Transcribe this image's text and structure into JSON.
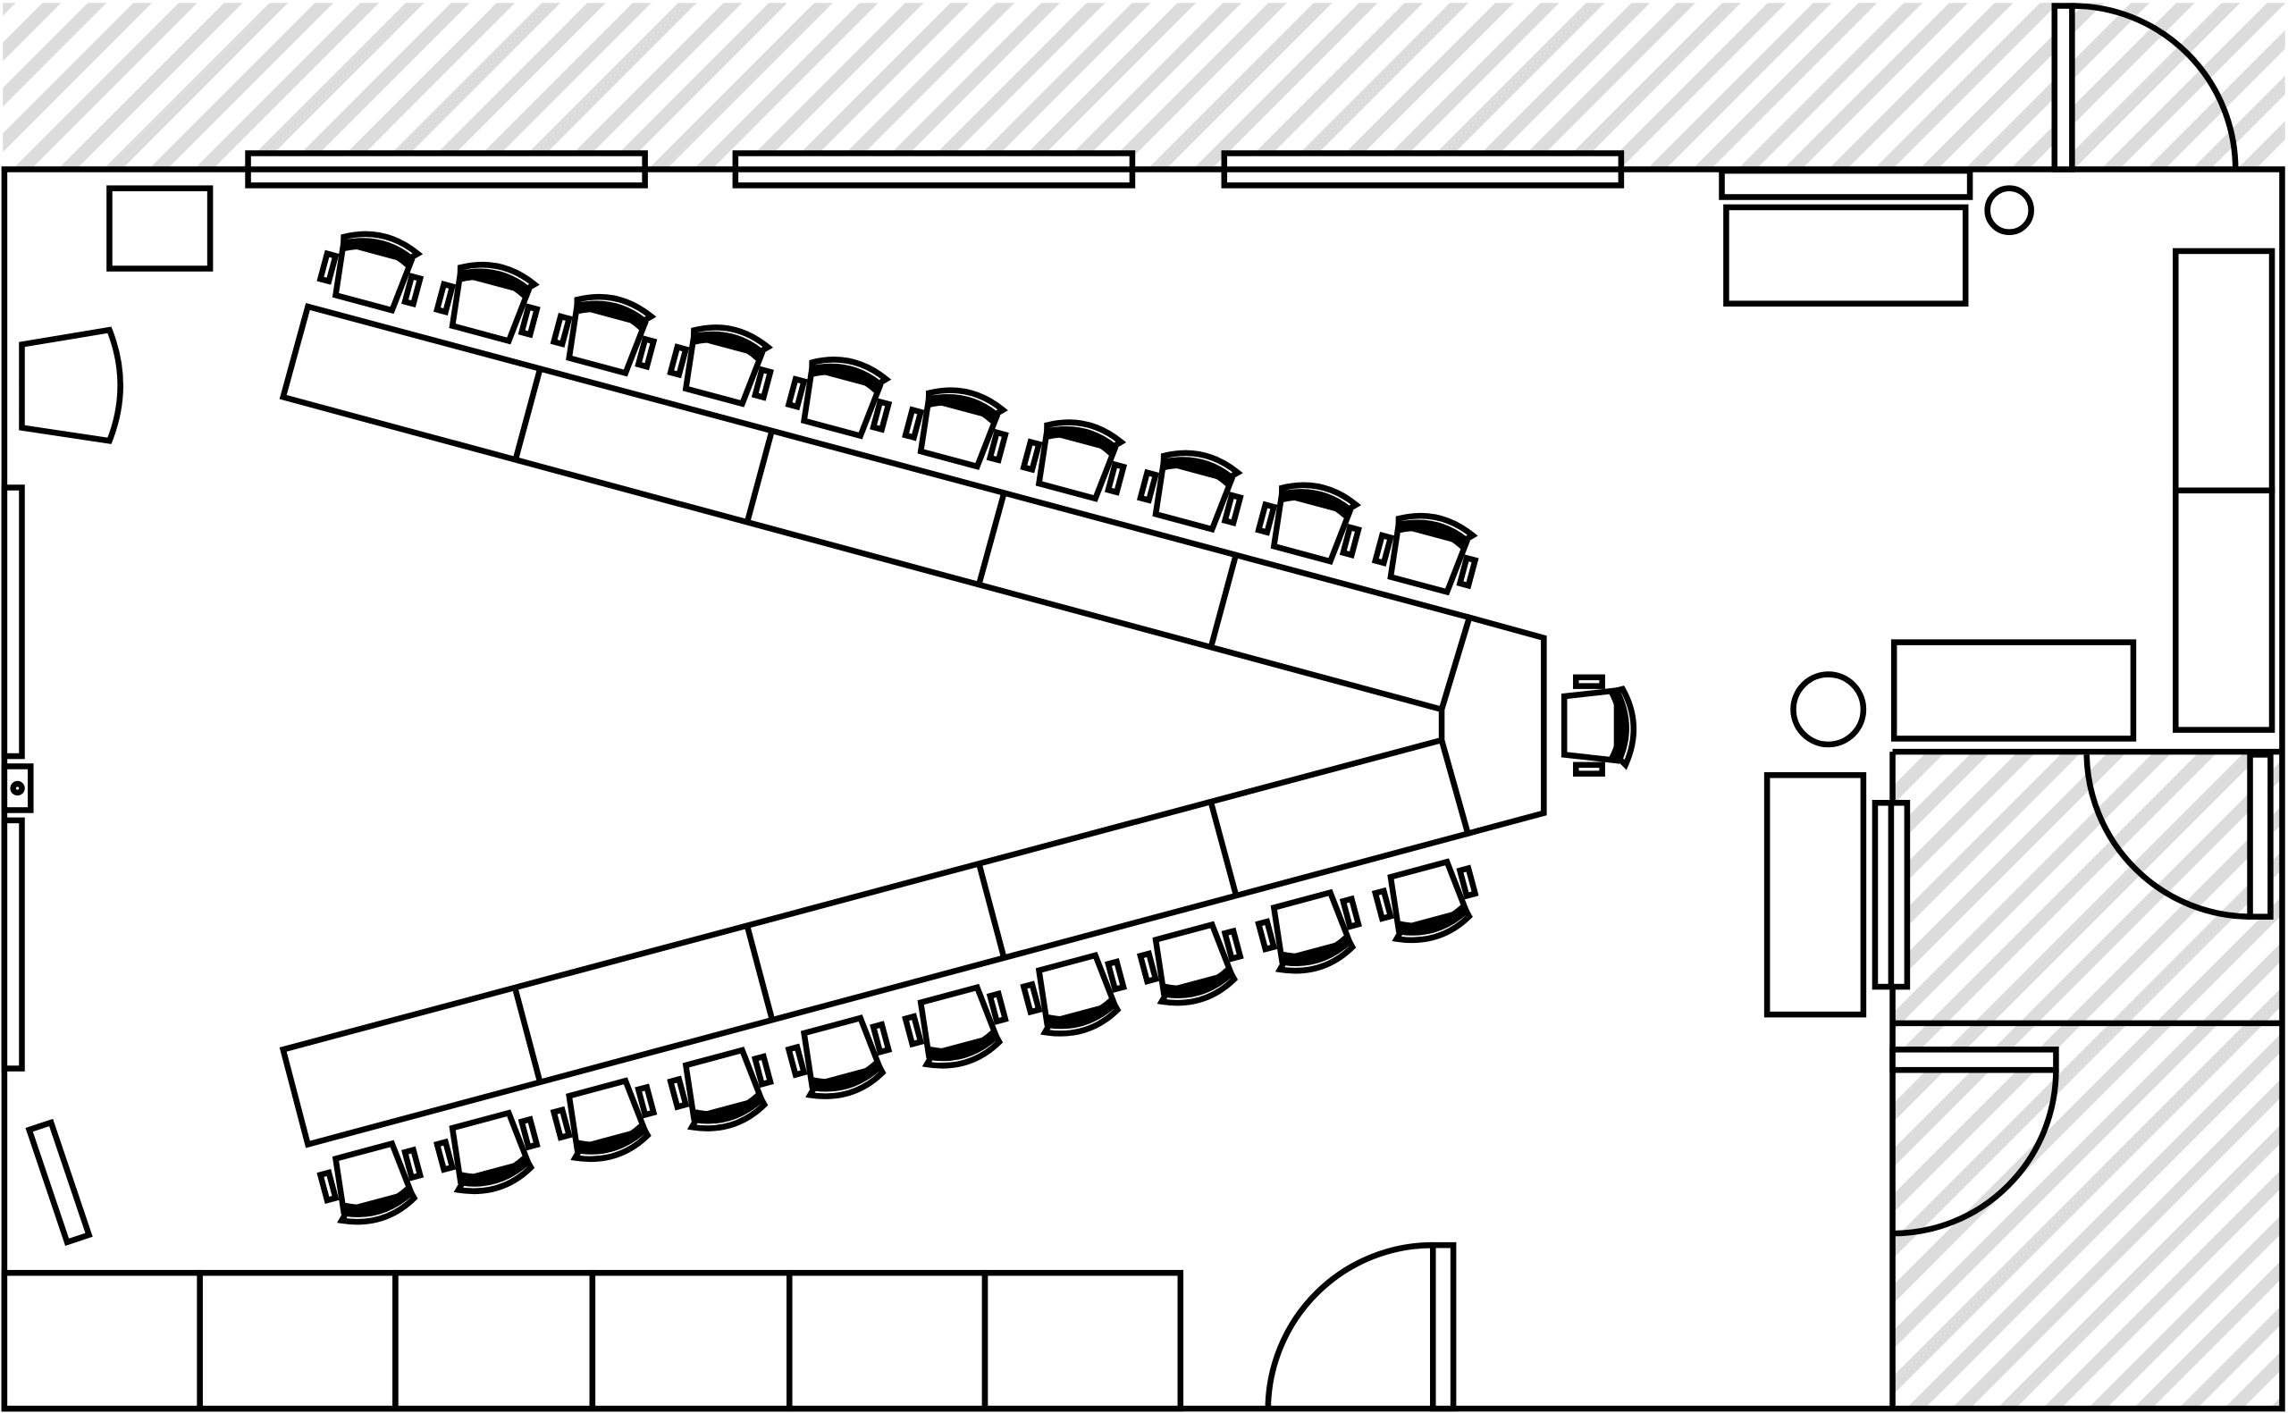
{
  "colors": {
    "background": "#ffffff",
    "line": "#000000",
    "hatch": "#dcdcdc"
  },
  "plan": {
    "chairs_upper_row": 10,
    "chairs_lower_row": 10,
    "head_chair": 1,
    "table_segments_per_arm": 5,
    "window_count": 3,
    "door_count": 4,
    "storage_cabinets": 6
  }
}
